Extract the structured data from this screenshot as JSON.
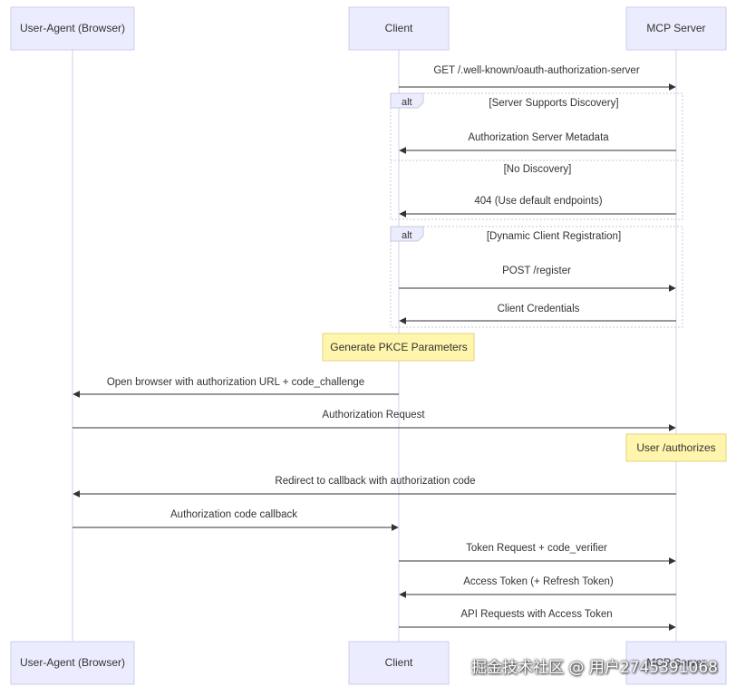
{
  "actors": [
    {
      "id": "ua",
      "label": "User-Agent (Browser)"
    },
    {
      "id": "client",
      "label": "Client"
    },
    {
      "id": "mcp",
      "label": "MCP Server"
    }
  ],
  "messages": [
    {
      "id": "get-well-known",
      "from": "client",
      "to": "mcp",
      "label": "GET /.well-known/oauth-authorization-server"
    },
    {
      "id": "auth-server-metadata",
      "from": "mcp",
      "to": "client",
      "label": "Authorization Server Metadata"
    },
    {
      "id": "use-default-endpoints",
      "from": "mcp",
      "to": "client",
      "label": "404 (Use default endpoints)"
    },
    {
      "id": "post-register",
      "from": "client",
      "to": "mcp",
      "label": "POST /register"
    },
    {
      "id": "client-credentials",
      "from": "mcp",
      "to": "client",
      "label": "Client Credentials"
    },
    {
      "id": "open-browser",
      "from": "client",
      "to": "ua",
      "label": "Open browser with authorization URL + code_challenge"
    },
    {
      "id": "authorization-request",
      "from": "ua",
      "to": "mcp",
      "label": "Authorization Request"
    },
    {
      "id": "redirect-callback",
      "from": "mcp",
      "to": "ua",
      "label": "Redirect to callback with authorization code"
    },
    {
      "id": "auth-code-callback",
      "from": "ua",
      "to": "client",
      "label": "Authorization code callback"
    },
    {
      "id": "token-request",
      "from": "client",
      "to": "mcp",
      "label": "Token Request + code_verifier"
    },
    {
      "id": "access-token",
      "from": "mcp",
      "to": "client",
      "label": "Access Token (+ Refresh Token)"
    },
    {
      "id": "api-requests",
      "from": "client",
      "to": "mcp",
      "label": "API Requests with Access Token"
    }
  ],
  "alt_blocks": [
    {
      "id": "discovery",
      "keyword": "alt",
      "conditions": [
        "[Server Supports Discovery]",
        "[No Discovery]"
      ]
    },
    {
      "id": "registration",
      "keyword": "alt",
      "conditions": [
        "[Dynamic Client Registration]"
      ]
    }
  ],
  "notes": [
    {
      "id": "pkce",
      "over": "client",
      "text": "Generate PKCE Parameters"
    },
    {
      "id": "user-authorizes",
      "over": "mcp",
      "text": "User /authorizes"
    }
  ],
  "watermark": "掘金技术社区 @ 用户2745391068"
}
